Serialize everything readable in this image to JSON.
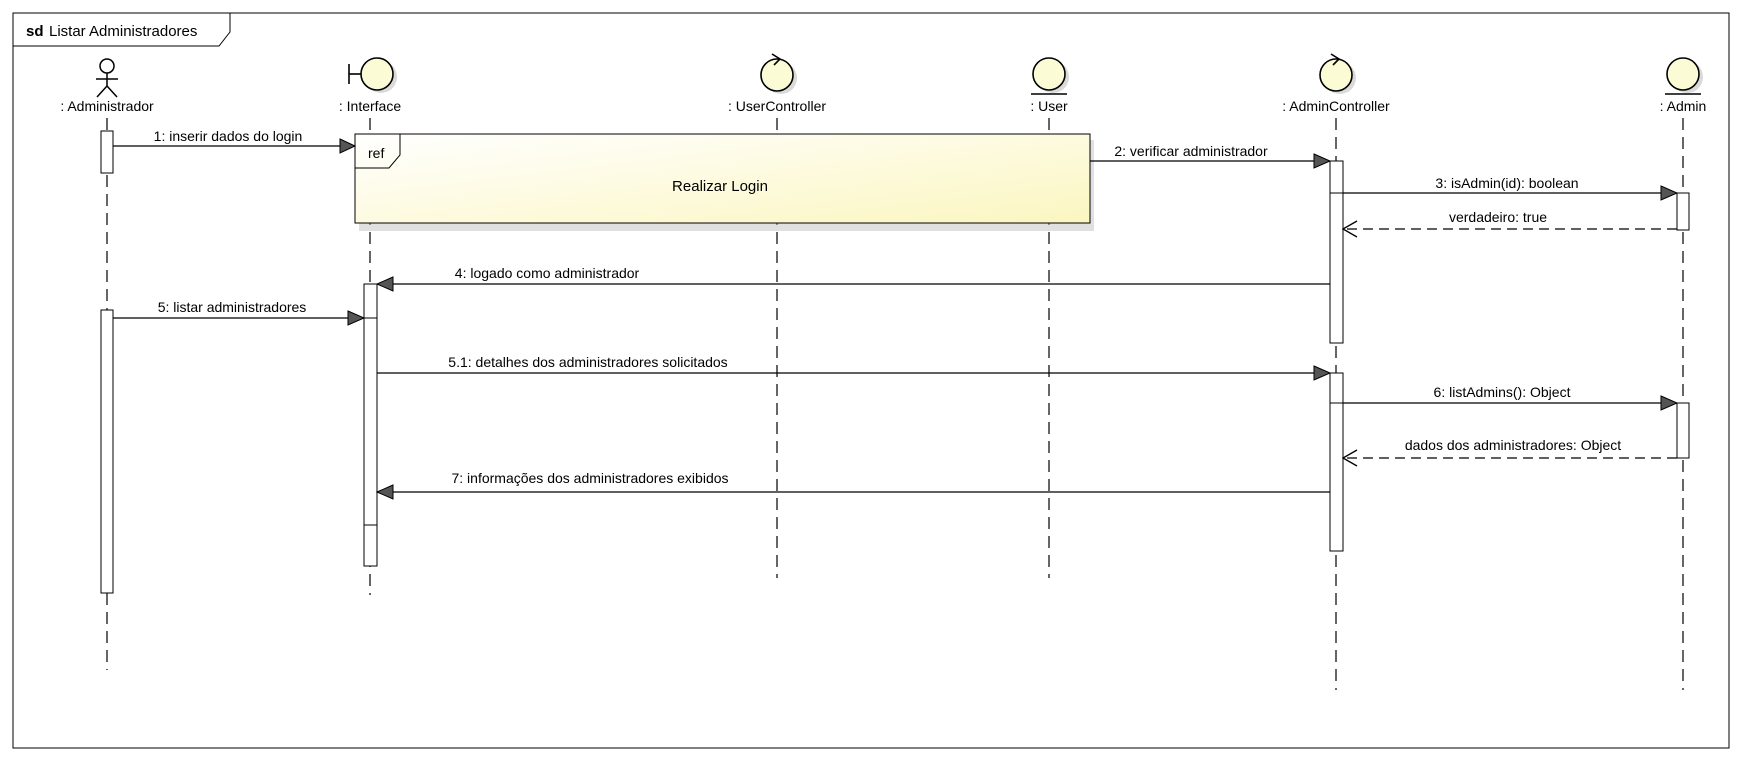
{
  "diagram": {
    "keyword": "sd",
    "title": "Listar Administradores",
    "colors": {
      "line": "#000000",
      "entity_fill": "#fbfbd5",
      "ref_fill": "#fbf8c8",
      "arrow_fill": "#555555"
    },
    "lifelines": [
      {
        "id": "administrador",
        "label": ": Administrador",
        "icon": "actor-icon"
      },
      {
        "id": "interface",
        "label": ": Interface",
        "icon": "boundary-icon"
      },
      {
        "id": "usercontroller",
        "label": ": UserController",
        "icon": "control-icon"
      },
      {
        "id": "user",
        "label": ": User",
        "icon": "entity-icon"
      },
      {
        "id": "admincontroller",
        "label": ": AdminController",
        "icon": "control-icon"
      },
      {
        "id": "admin",
        "label": ": Admin",
        "icon": "entity-icon"
      }
    ],
    "ref": {
      "tag": "ref",
      "text": "Realizar Login"
    },
    "messages": [
      {
        "id": "m1",
        "label": "1: inserir dados do login",
        "kind": "sync"
      },
      {
        "id": "m2",
        "label": "2: verificar administrador",
        "kind": "sync"
      },
      {
        "id": "m3",
        "label": "3: isAdmin(id): boolean",
        "kind": "sync"
      },
      {
        "id": "m3r",
        "label": "verdadeiro: true",
        "kind": "reply"
      },
      {
        "id": "m4",
        "label": "4: logado como administrador",
        "kind": "sync"
      },
      {
        "id": "m5",
        "label": "5: listar administradores",
        "kind": "sync"
      },
      {
        "id": "m51",
        "label": "5.1: detalhes dos administradores solicitados",
        "kind": "sync"
      },
      {
        "id": "m6",
        "label": "6: listAdmins(): Object",
        "kind": "sync"
      },
      {
        "id": "m6r",
        "label": "dados dos administradores: Object",
        "kind": "reply"
      },
      {
        "id": "m7",
        "label": "7: informações dos administradores exibidos",
        "kind": "sync"
      }
    ]
  }
}
